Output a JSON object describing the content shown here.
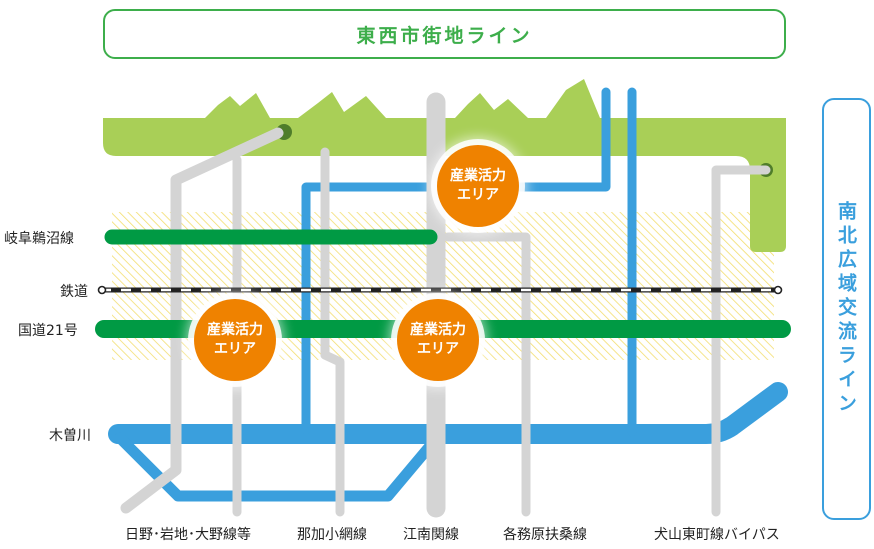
{
  "title_ew": "東西市街地ライン",
  "title_ns": "南北広域交流ライン",
  "left_labels": {
    "gifu_unuma": "岐阜鵜沼線",
    "railway": "鉄道",
    "route21": "国道21号",
    "kiso": "木曽川"
  },
  "bottom_labels": {
    "hino": "日野･岩地･大野線等",
    "naka": "那加小網線",
    "konan": "江南関線",
    "kakamigahara": "各務原扶桑線",
    "inuyama": "犬山東町線バイパス"
  },
  "areas": [
    {
      "line1": "産業活力",
      "line2": "エリア"
    },
    {
      "line1": "産業活力",
      "line2": "エリア"
    },
    {
      "line1": "産業活力",
      "line2": "エリア"
    }
  ],
  "colors": {
    "mountain": "#a9cf57",
    "hill_dot": "#4f7d2a",
    "green_road": "#009a44",
    "blue_road": "#3a9fdd",
    "gray_road": "#d4d4d4",
    "orange": "#ef8200",
    "hatch": "#f3de6e"
  }
}
